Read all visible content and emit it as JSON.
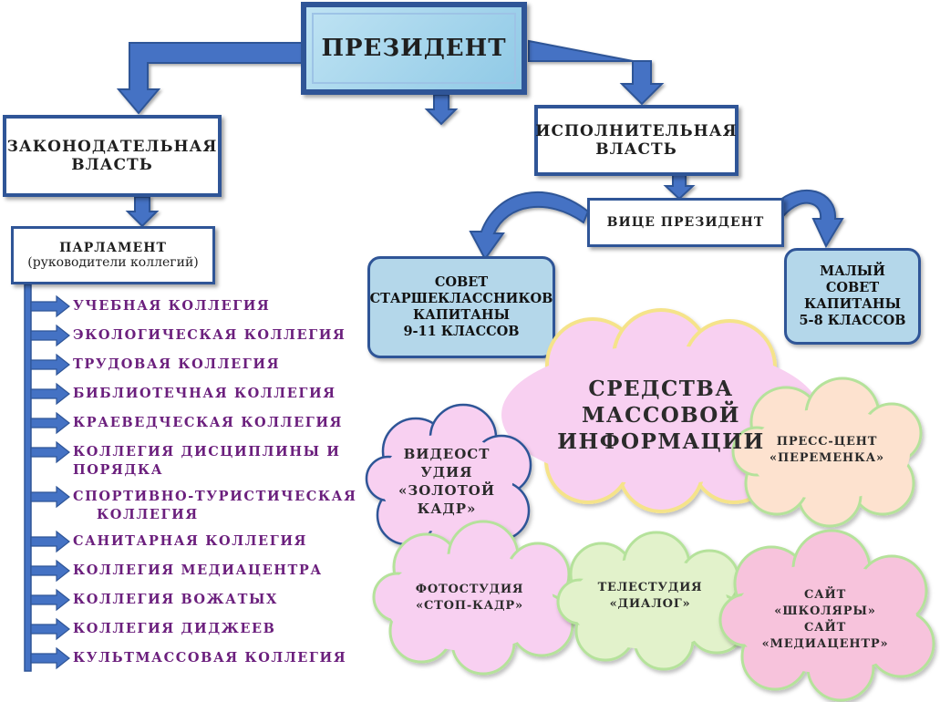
{
  "president": "ПРЕЗИДЕНТ",
  "legislative": {
    "line1": "ЗАКОНОДАТЕЛЬНАЯ",
    "line2": "ВЛАСТЬ"
  },
  "executive": {
    "line1": "ИСПОЛНИТЕЛЬНАЯ",
    "line2": "ВЛАСТЬ"
  },
  "parliament": {
    "title": "ПАРЛАМЕНТ",
    "subtitle": "(руководители коллегий)"
  },
  "vice_president": "ВИЦЕ ПРЕЗИДЕНТ",
  "senior_council": {
    "line1": "СОВЕТ",
    "line2": "СТАРШЕКЛАССНИКОВ",
    "line3": "КАПИТАНЫ",
    "line4": "9-11 КЛАССОВ"
  },
  "small_council": {
    "line1": "МАЛЫЙ",
    "line2": "СОВЕТ",
    "line3": "КАПИТАНЫ",
    "line4": "5-8 КЛАССОВ"
  },
  "colleges": [
    {
      "line1": "УЧЕБНАЯ КОЛЛЕГИЯ"
    },
    {
      "line1": "ЭКОЛОГИЧЕСКАЯ КОЛЛЕГИЯ"
    },
    {
      "line1": "ТРУДОВАЯ КОЛЛЕГИЯ"
    },
    {
      "line1": "БИБЛИОТЕЧНАЯ КОЛЛЕГИЯ"
    },
    {
      "line1": "КРАЕВЕДЧЕСКАЯ КОЛЛЕГИЯ"
    },
    {
      "line1": "КОЛЛЕГИЯ ДИСЦИПЛИНЫ И",
      "line2": "ПОРЯДКА"
    },
    {
      "line1": "СПОРТИВНО-ТУРИСТИЧЕСКАЯ",
      "line2": "КОЛЛЕГИЯ"
    },
    {
      "line1": "САНИТАРНАЯ КОЛЛЕГИЯ"
    },
    {
      "line1": "КОЛЛЕГИЯ МЕДИАЦЕНТРА"
    },
    {
      "line1": "КОЛЛЕГИЯ ВОЖАТЫХ"
    },
    {
      "line1": "КОЛЛЕГИЯ ДИДЖЕЕВ"
    },
    {
      "line1": "КУЛЬТМАССОВАЯ КОЛЛЕГИЯ"
    }
  ],
  "media": {
    "main": {
      "line1": "СРЕДСТВА",
      "line2": "МАССОВОЙ",
      "line3": "ИНФОРМАЦИИ"
    },
    "press": {
      "line1": "ПРЕСС-ЦЕНТ",
      "line2": "«ПЕРЕМЕНКА»"
    },
    "video": {
      "line1": "ВИДЕОСТ",
      "line2": "УДИЯ",
      "line3": "«ЗОЛОТОЙ",
      "line4": "КАДР»"
    },
    "photo": {
      "line1": "ФОТОСТУДИЯ",
      "line2": "«СТОП-КАДР»"
    },
    "tv": {
      "line1": "ТЕЛЕСТУДИЯ",
      "line2": "«ДИАЛОГ»"
    },
    "site": {
      "line1": "САЙТ",
      "line2": "«ШКОЛЯРЫ»",
      "line3": "САЙТ",
      "line4": "«МЕДИАЦЕНТР»"
    }
  },
  "colors": {
    "arrow": "#4472c4",
    "arrow_border": "#2f5597",
    "college_text": "#6b1f7d",
    "cloud_pink": "#f8d0f1",
    "cloud_pink_border": "#f5e38a",
    "cloud_orange": "#fde2cf",
    "cloud_green": "#e2f2cb",
    "cloud_rose": "#f7c3dc",
    "cloud_green_border": "#b5e29b"
  }
}
